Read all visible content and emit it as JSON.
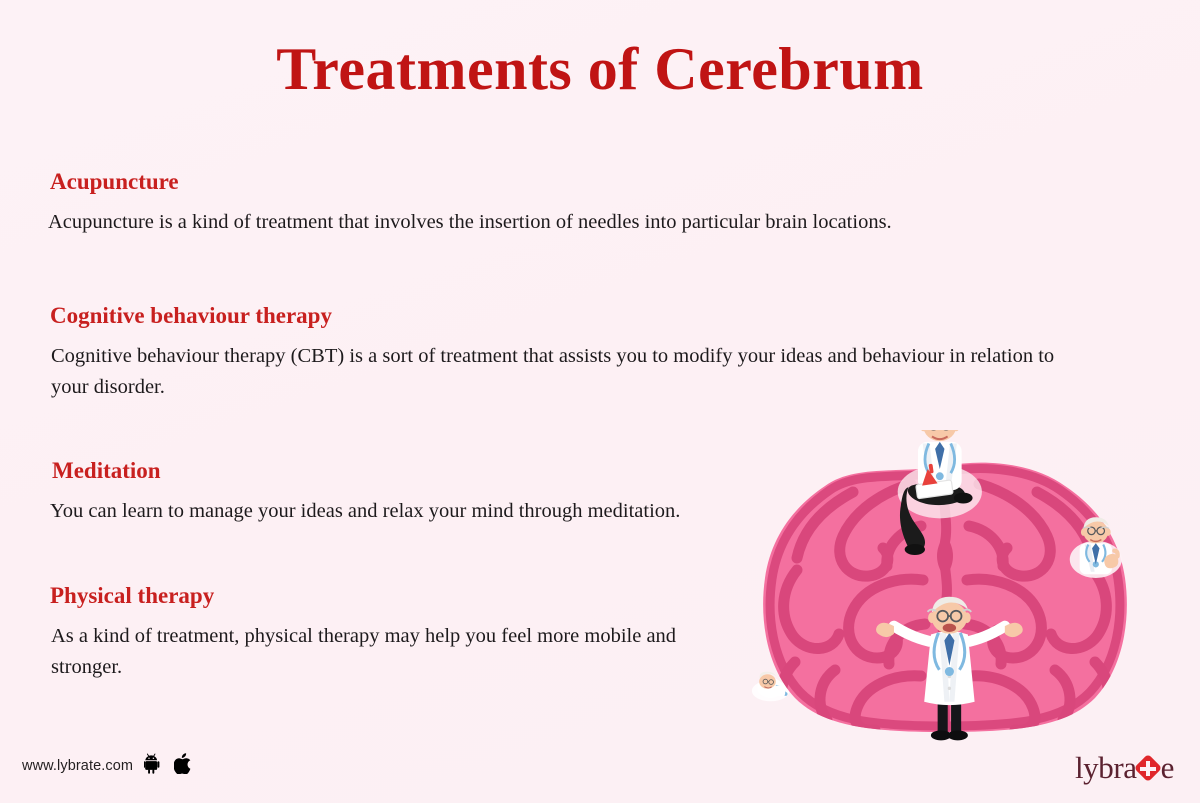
{
  "page": {
    "title": "Treatments of Cerebrum",
    "background_color": "#fdf1f5",
    "title_color": "#c01414",
    "heading_color": "#c8201f",
    "body_color": "#1d1a1c"
  },
  "sections": [
    {
      "heading": "Acupuncture",
      "body": "Acupuncture is a kind of treatment that involves the insertion of needles into particular brain locations."
    },
    {
      "heading": "Cognitive behaviour therapy",
      "body": "Cognitive behaviour therapy (CBT) is a sort of treatment that assists you to modify your ideas and behaviour in relation to your disorder."
    },
    {
      "heading": "Meditation",
      "body": "You can learn to manage your ideas and relax your mind through meditation."
    },
    {
      "heading": "Physical therapy",
      "body": "As a kind of treatment, physical therapy may help you feel more mobile and stronger."
    }
  ],
  "footer": {
    "website": "www.lybrate.com",
    "android_icon": "android-robot-icon",
    "apple_icon": "apple-logo-icon",
    "logo_text_before": "lybra",
    "logo_text_after": "e",
    "logo_mark": "red-diamond-medical-cross-icon",
    "logo_color": "#5b2230",
    "logo_mark_color": "#e0272b"
  },
  "illustration": {
    "name": "pink-brain-with-doctors-illustration",
    "brain_fill": "#f46f9f",
    "brain_stroke": "#d9477c",
    "doctors": [
      "doctor-sitting-on-brain-with-clipboard",
      "doctor-standing-in-front-of-brain",
      "doctor-peeking-right-thumbs-up",
      "doctor-peeking-bottom-left"
    ]
  }
}
